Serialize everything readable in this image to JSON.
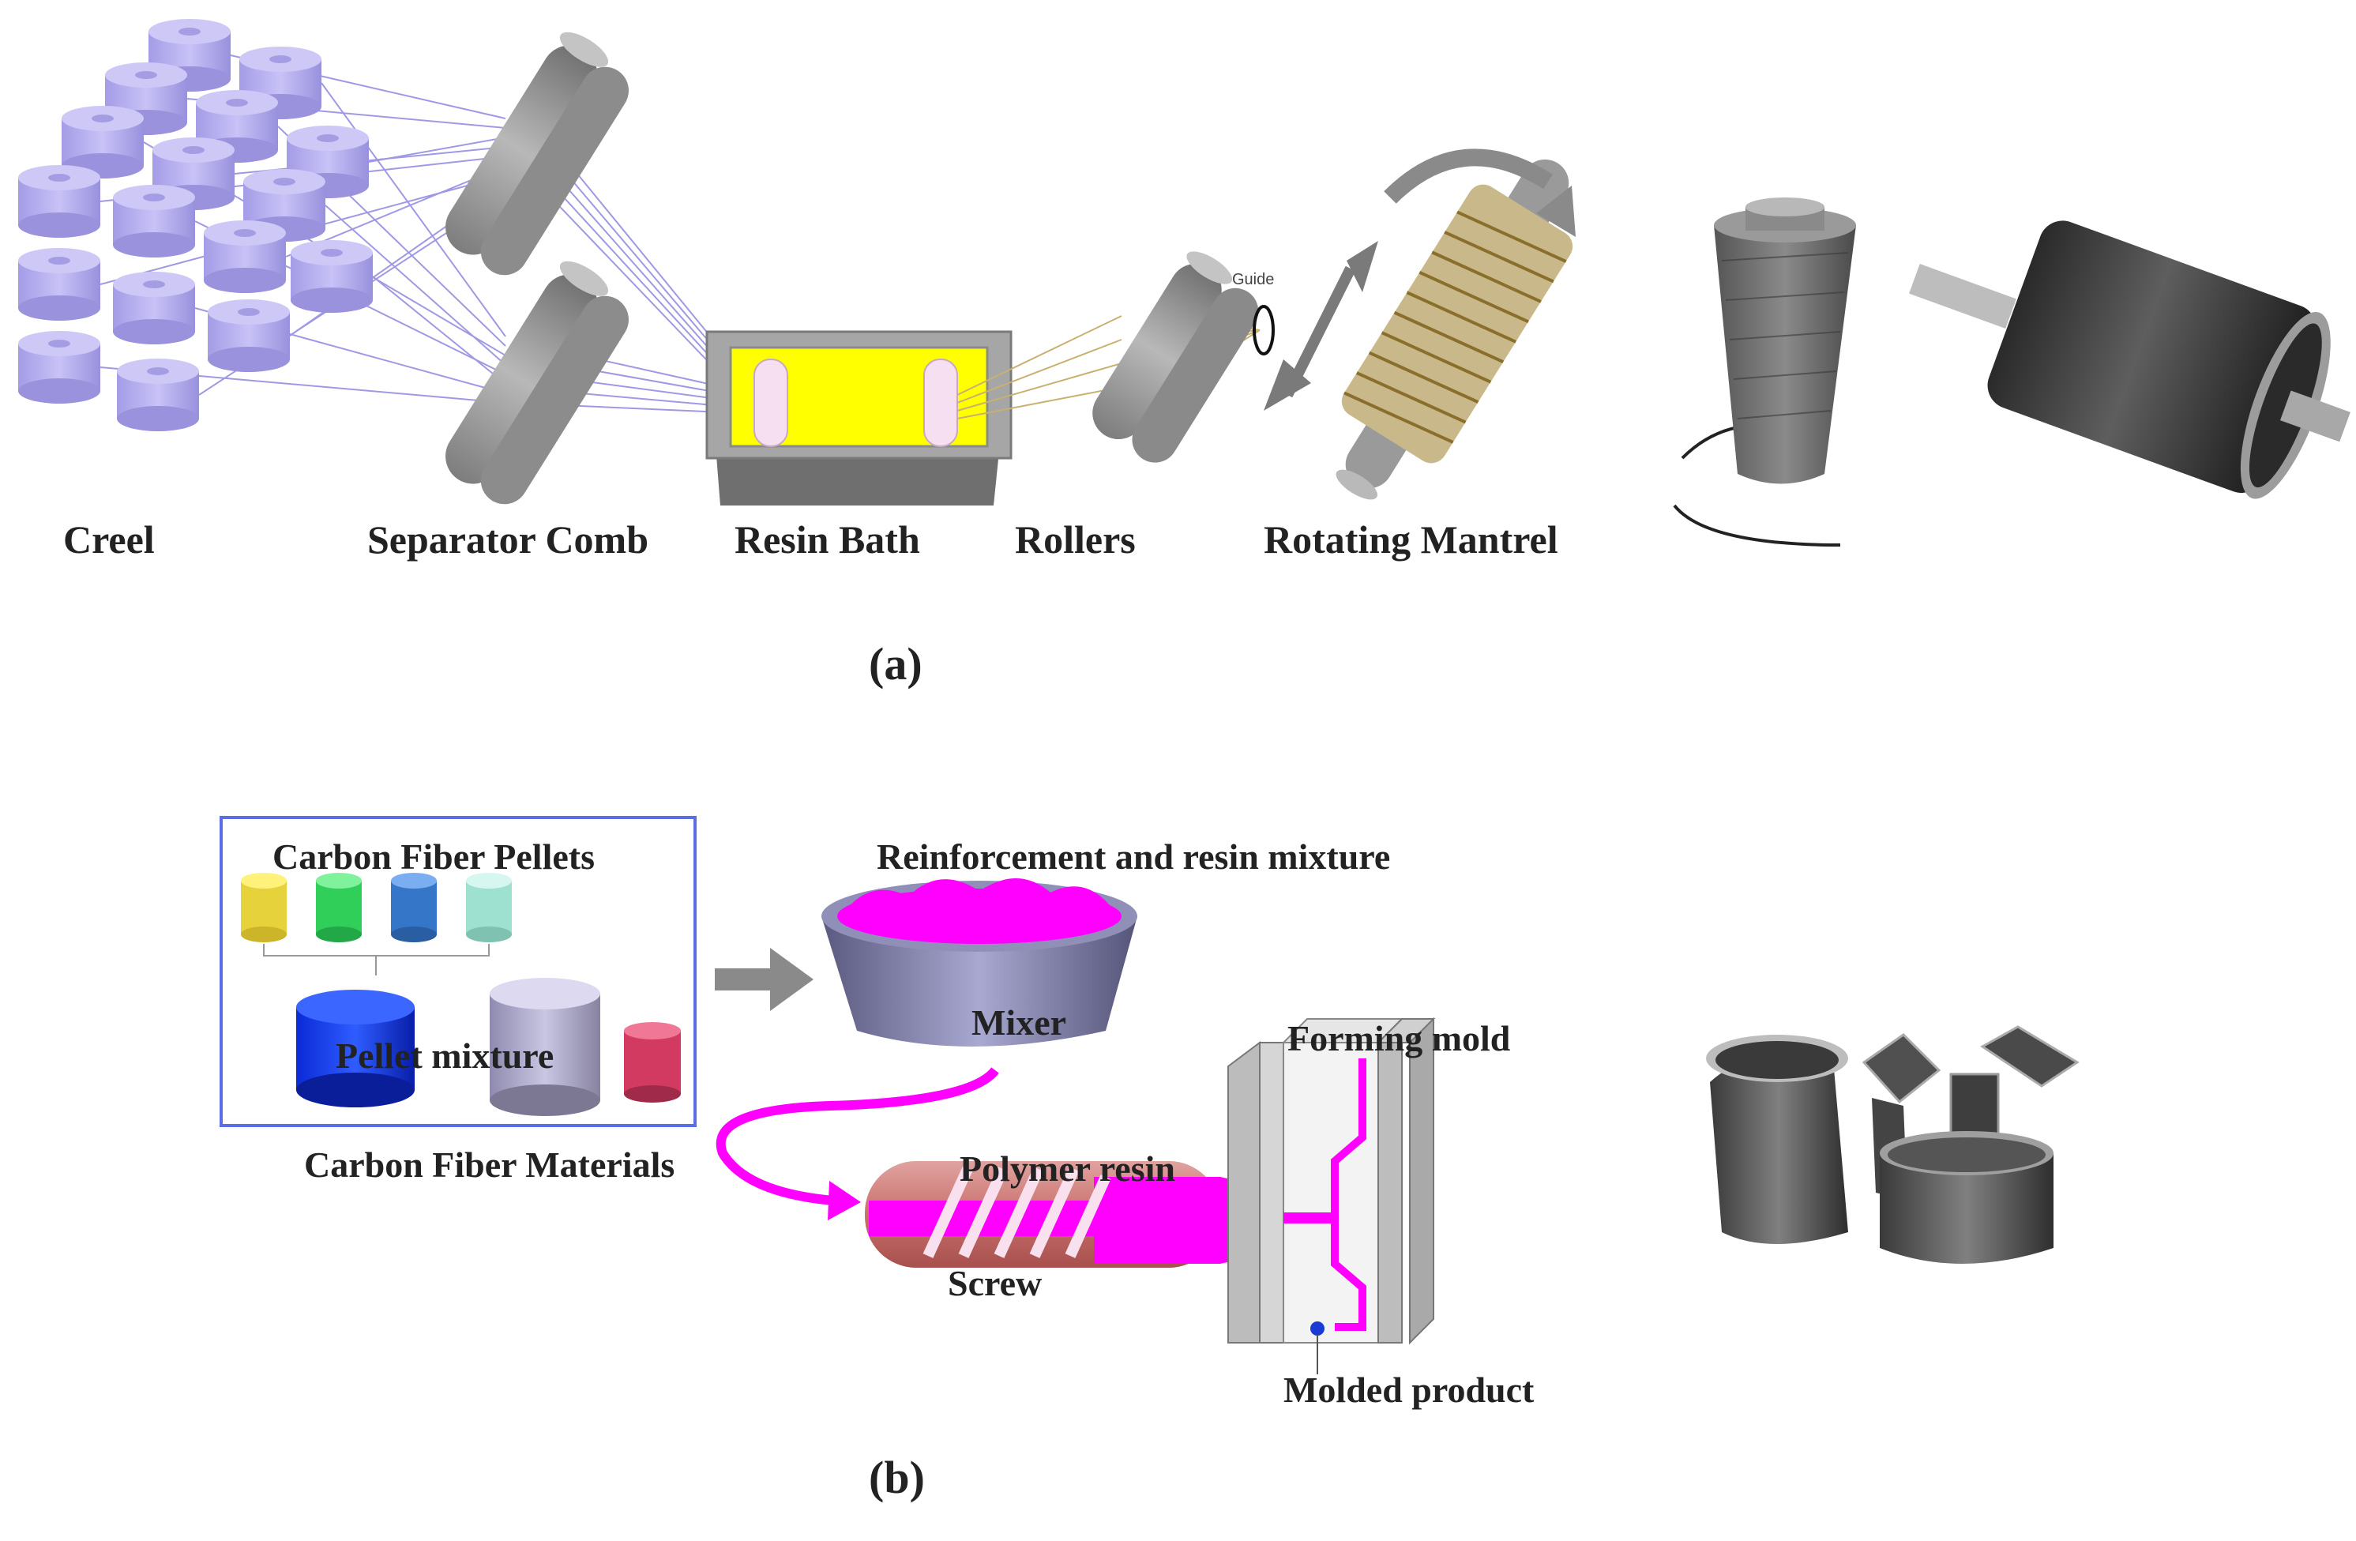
{
  "panel_a": {
    "labels": {
      "creel": "Creel",
      "separator_comb": "Separator Comb",
      "resin_bath": "Resin Bath",
      "rollers": "Rollers",
      "rotating_mantrel": "Rotating Mantrel",
      "guide": "Guide"
    },
    "caption": "(a)"
  },
  "panel_b": {
    "labels": {
      "carbon_fiber_pellets": "Carbon Fiber Pellets",
      "pellet_mixture": "Pellet mixture",
      "carbon_fiber_materials": "Carbon Fiber Materials",
      "reinforcement_mixture": "Reinforcement and resin mixture",
      "mixer": "Mixer",
      "polymer_resin": "Polymer resin",
      "screw": "Screw",
      "forming_mold": "Forming mold",
      "molded_product": "Molded product"
    },
    "caption": "(b)"
  },
  "colors": {
    "spool": "#b9b3f0",
    "resin": "#ffff00",
    "magenta": "#ff00ff",
    "frame": "#5b6ee6",
    "roller": "#9a9a9a"
  }
}
